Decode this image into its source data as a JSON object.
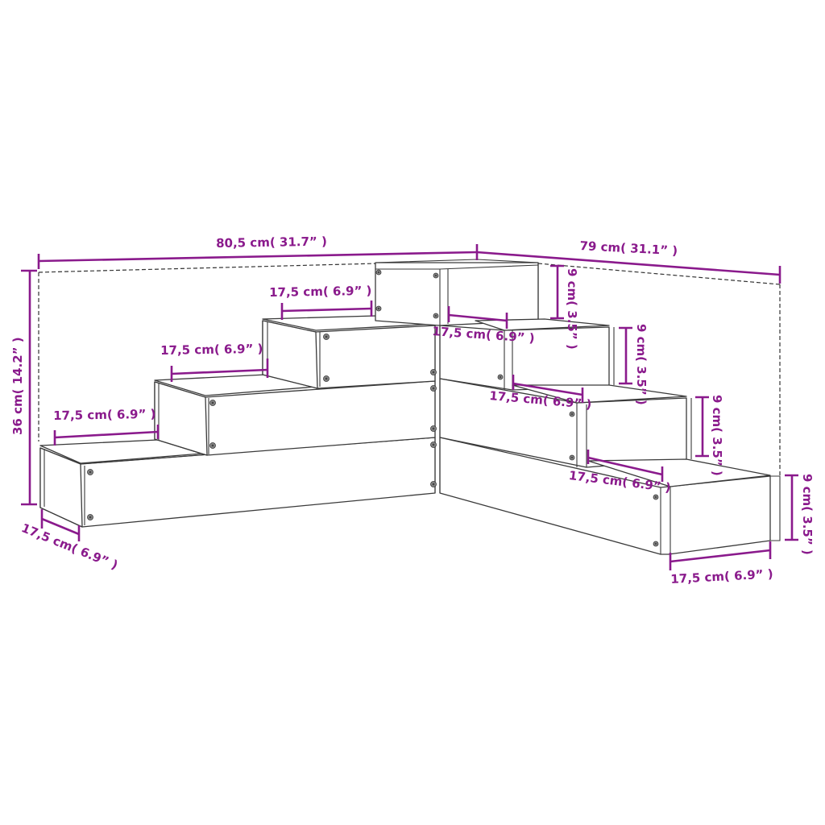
{
  "diagram": {
    "subject": "4-tier corner planter dimensions",
    "accent_color": "#8a1a8c",
    "line_color": "#3a3a3a",
    "background": "#ffffff"
  },
  "dimensions": {
    "overall_width_left": "80,5 cm( 31.7” )",
    "overall_width_right": "79 cm( 31.1” )",
    "overall_height": "36 cm( 14.2” )",
    "left_tier_1_depth": "17,5 cm( 6.9” )",
    "left_tier_2_depth": "17,5 cm( 6.9” )",
    "left_tier_3_depth": "17,5 cm( 6.9” )",
    "left_front_depth": "17,5 cm( 6.9” )",
    "right_tier_1_depth": "17,5 cm( 6.9” )",
    "right_tier_2_depth": "17,5 cm( 6.9” )",
    "right_tier_3_depth": "17,5 cm( 6.9” )",
    "right_front_depth": "17,5 cm( 6.9” )",
    "right_tier_1_height": "9 cm( 3.5” )",
    "right_tier_2_height": "9 cm( 3.5” )",
    "right_tier_3_height": "9 cm( 3.5” )",
    "right_tier_4_height": "9 cm( 3.5” )"
  }
}
